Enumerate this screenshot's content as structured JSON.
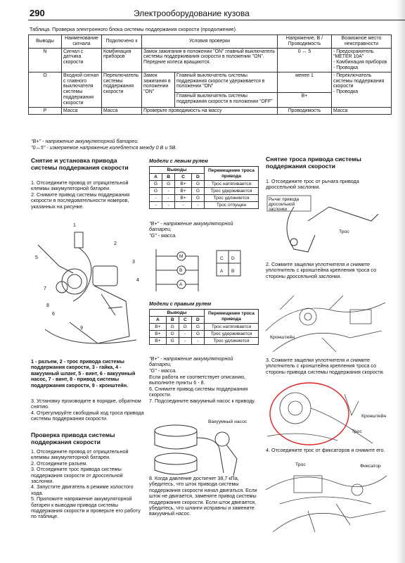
{
  "header": {
    "page_number": "290",
    "title": "Электрооборудование кузова"
  },
  "table_caption": "Таблица. Проверка электронного блока системы поддержания скорости (продолжение).",
  "table": {
    "headers": [
      "Выводы",
      "Наименование сигнала",
      "Подключено к",
      "Условия проверки",
      "Напряжение, В / Проводимость",
      "Возможное место неисправности"
    ],
    "rows": [
      {
        "pin": "N",
        "signal": "Сигнал с датчика скорости",
        "conn": "Комбинация приборов",
        "cond": "Замок зажигания в положении \"ON\" главный выключатель системы поддерживания скорости в положении \"ON\". Передние колеса вращаются.",
        "volt": "0 ↔ 5",
        "fault": "- Предохранитель \"METER 10A\"\n- Комбинация приборов\n- Проводка"
      },
      {
        "pin": "O",
        "signal": "Входной сигнал с главного выключателя системы поддержания скорости",
        "conn": "Переключатель системы поддержания скорости",
        "cond1a": "Замок зажигания в положении \"ON\"",
        "cond1b": "Главный выключатель системы поддержания скорости удерживается в положении \"ON\"",
        "volt1": "менее 1",
        "cond2": "Главный выключатель системы поддержания скорости в положении \"OFF\"",
        "volt2": "B+",
        "fault": "- Переключатель системы поддержания скорости\n- Проводка"
      },
      {
        "pin": "P",
        "signal": "Масса",
        "conn": "Масса",
        "cond": "Проверьте проводимость на массу",
        "volt": "Проводимость",
        "fault": "Масса"
      }
    ],
    "notes": [
      "\"B+\" - напряжение аккумуляторной батареи.",
      "\"0↔5\" - измеряемое напряжение колеблется между 0 В и 5В."
    ]
  },
  "col1": {
    "heading1": "Снятие и установка привода системы поддержания скорости",
    "p1": "1. Отсоедините провод от отрицательной клеммы аккумуляторной батареи.\n2. Снимите привод системы поддержания скорости в последовательности номеров, указанных на рисунке.",
    "fig_caption": "1 - разъем, 2 - трос привода системы поддержания скорости, 3 - гайка, 4 - вакуумный шланг, 5 - винт, 6 - вакуумный насос, 7 - винт, 8 - привод системы поддержания скорости, 9 - кронштейн.",
    "p2": "3. Установку производите в порядке, обратном снятию.\n4. Отрегулируйте свободный ход троса привода системы поддержания скорости.",
    "heading2": "Проверка привода системы поддержания скорости",
    "p3": "1. Отсоедините провод от отрицательной клеммы аккумуляторной батареи.\n2. Отсоедините разъем.\n3. Отсоедините трос привода системы поддержания скорости от дроссельной заслонки.\n4. Запустите двигатель в режиме холостого хода.\n5. Приложите напряжение аккумуляторной батареи к выводам привода системы поддержания скорости и проверьте его работу по таблице."
  },
  "col2": {
    "left_title": "Модели с левым рулем",
    "right_title": "Модели с правым рулем",
    "col_header_pins": "Выводы",
    "col_header_move": "Перемещение троса привода",
    "pins": [
      "A",
      "B",
      "C",
      "D"
    ],
    "left_rows": [
      {
        "cells": [
          "G",
          "G",
          "B+",
          "G"
        ],
        "move": "Трос натягивается"
      },
      {
        "cells": [
          "G",
          "-",
          "B+",
          "G"
        ],
        "move": "Трос удерживается"
      },
      {
        "cells": [
          "-",
          "-",
          "B+",
          "G"
        ],
        "move": "Трос удлиняется"
      },
      {
        "cells": [
          "-",
          "-",
          "-",
          "-"
        ],
        "move": "Трос отпущен"
      }
    ],
    "right_rows": [
      {
        "cells": [
          "B+",
          "G",
          "G",
          "G"
        ],
        "move": "Трос натягивается"
      },
      {
        "cells": [
          "B+",
          "G",
          "-",
          "G"
        ],
        "move": "Трос удерживается"
      },
      {
        "cells": [
          "B+",
          "G",
          "-",
          "-"
        ],
        "move": "Трос удлиняется"
      }
    ],
    "note_left": "\"B+\" - напряжение аккумуляторной батареи,\n\"G\" - масса.",
    "note_right": "\"B+\" - напряжение аккумуляторной батареи,\n\"G\" - масса.",
    "p_after": "Если работа не соответствует описанию, выполните пункты 6 - 8.\n6. Снимите привод системы поддержания скорости.\n7. Подсоедините вакуумный насос к приводу.",
    "vacuum_label": "Вакуумный насос",
    "p_final": "8. Когда давление достигнет 38,7 кПа, убедитесь, что шток привода системы поддержания скорости начал двигаться. Если шток не двигается, замените привод системы поддержания скорости. Если шток двигается, убедитесь, что шланги исправны и замените вакуумный насос."
  },
  "col3": {
    "heading": "Снятие троса привода системы поддержания скорости",
    "p1": "1. Отсоедините трос от рычага привода дроссельной заслонки.",
    "fig1_label1": "Рычаг привода дроссельной заслонки",
    "fig1_label2": "Трос",
    "p2": "2. Сожмите защелки уплотнителя и снимите уплотнитель с кронштейна крепления троса со стороны дроссельной заслонки.",
    "fig2_label": "Кронштейн",
    "p3": "3. Сожмите защелки уплотнителя и снимите уплотнитель с кронштейна крепления троса со стороны привода системы поддержания скорости.",
    "fig3_label1": "Кронштейн",
    "fig3_label2": "Трос",
    "p4": "4. Отсоедините трос от фиксаторов и снимите его.",
    "fig4_label1": "Трос",
    "fig4_label2": "Фиксатор"
  }
}
